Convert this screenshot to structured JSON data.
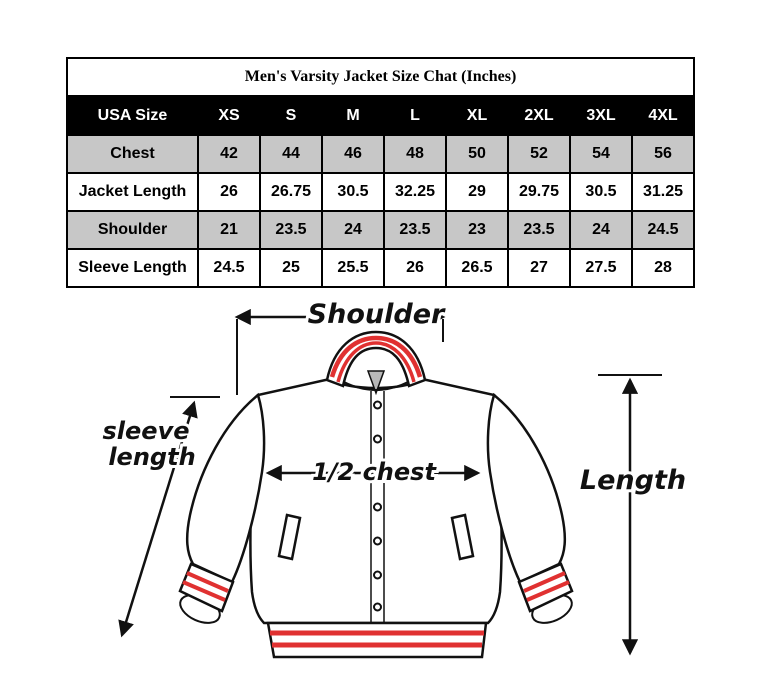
{
  "table": {
    "title": "Men's Varsity Jacket Size Chat (Inches)",
    "columns": [
      "USA Size",
      "XS",
      "S",
      "M",
      "L",
      "XL",
      "2XL",
      "3XL",
      "4XL"
    ],
    "rows": [
      {
        "label": "Chest",
        "values": [
          "42",
          "44",
          "46",
          "48",
          "50",
          "52",
          "54",
          "56"
        ]
      },
      {
        "label": "Jacket Length",
        "values": [
          "26",
          "26.75",
          "30.5",
          "32.25",
          "29",
          "29.75",
          "30.5",
          "31.25"
        ]
      },
      {
        "label": "Shoulder",
        "values": [
          "21",
          "23.5",
          "24",
          "23.5",
          "23",
          "23.5",
          "24",
          "24.5"
        ]
      },
      {
        "label": "Sleeve Length",
        "values": [
          "24.5",
          "25",
          "25.5",
          "26",
          "26.5",
          "27",
          "27.5",
          "28"
        ]
      }
    ]
  },
  "diagram": {
    "labels": {
      "shoulder": "Shoulder",
      "sleeve_line1": "sleeve",
      "sleeve_line2": "length",
      "half_chest": "1/2 chest",
      "length": "Length"
    }
  },
  "colors": {
    "stripe_red": "#e03131",
    "row_shade": "#c7c7c7",
    "ink": "#111111"
  }
}
